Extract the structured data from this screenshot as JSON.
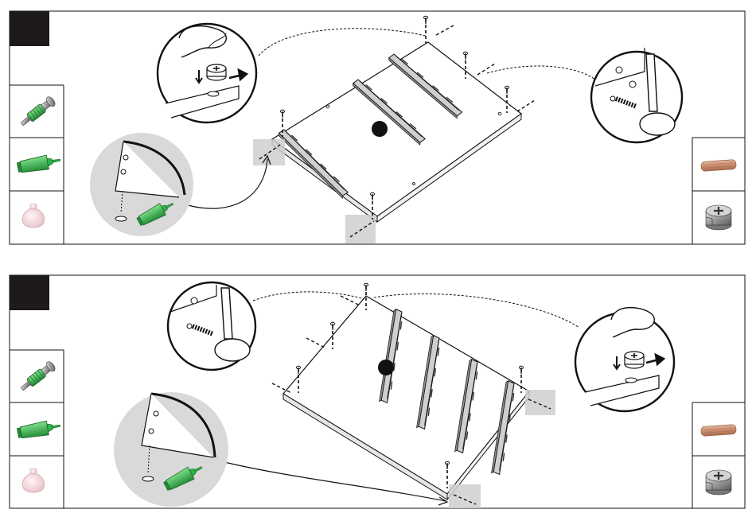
{
  "panels": [
    {
      "id": "step-1",
      "step_number": "",
      "left_parts": [
        "cam-bolt-icon",
        "glue-tube-icon",
        "plastic-plug-icon"
      ],
      "right_parts": [
        "wooden-dowel-icon",
        "cam-lock-nut-icon"
      ],
      "slides": 3,
      "callouts": [
        "cam-lock-insert-detail",
        "dowel-insert-detail",
        "glue-dowel-detail"
      ]
    },
    {
      "id": "step-2",
      "step_number": "",
      "left_parts": [
        "cam-bolt-icon",
        "glue-tube-icon",
        "plastic-plug-icon"
      ],
      "right_parts": [
        "wooden-dowel-icon",
        "cam-lock-nut-icon"
      ],
      "slides": 4,
      "callouts": [
        "dowel-insert-detail",
        "cam-lock-insert-detail",
        "glue-dowel-detail"
      ]
    }
  ],
  "colors": {
    "line": "#111111",
    "step_box": "#1e1a1a",
    "callout_fill": "#d9d9d9",
    "highlight": "#cfcfcf",
    "glue_green": "#2bb24c",
    "bolt_green": "#3e9a2e",
    "dowel_wood": "#c98a6a",
    "plug_pink": "#f2d6da",
    "metal": "#a8a8a8"
  }
}
